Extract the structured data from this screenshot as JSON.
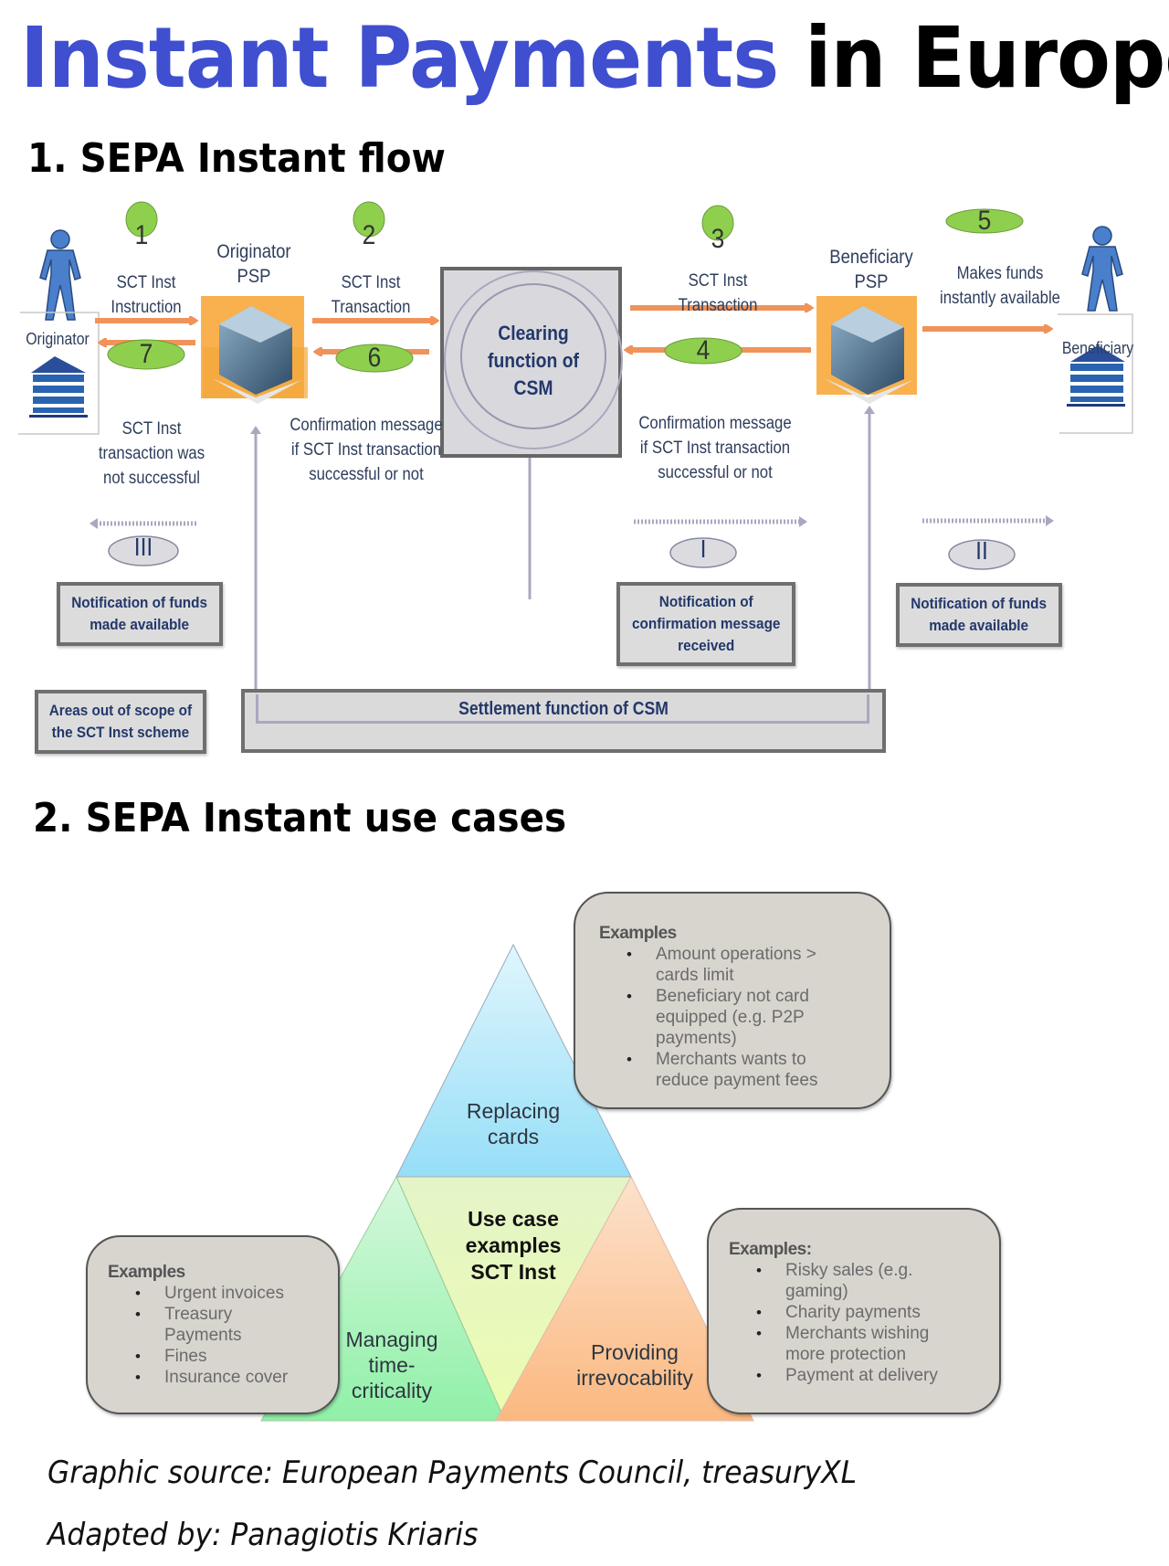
{
  "title": {
    "part1": "Instant Payments",
    "part2": "in Europe",
    "accent_color": "#3f4fd0"
  },
  "section1": {
    "heading": "1. SEPA Instant flow",
    "actors": {
      "originator": "Originator",
      "originator_psp": [
        "Originator",
        "PSP"
      ],
      "beneficiary_psp": [
        "Beneficiary",
        "PSP"
      ],
      "beneficiary": "Beneficiary",
      "clearing": [
        "Clearing",
        "function of",
        "CSM"
      ],
      "settlement": "Settlement function of CSM"
    },
    "steps": [
      {
        "num": "1",
        "label": [
          "SCT Inst",
          "Instruction"
        ]
      },
      {
        "num": "2",
        "label": [
          "SCT Inst",
          "Transaction"
        ]
      },
      {
        "num": "3",
        "label": [
          "SCT Inst",
          "Transaction"
        ]
      },
      {
        "num": "4",
        "label": [
          "Confirmation message",
          "if SCT Inst transaction",
          "successful or not"
        ]
      },
      {
        "num": "5",
        "label": [
          "Makes funds",
          "instantly available"
        ]
      },
      {
        "num": "6",
        "label": [
          "Confirmation message",
          "if SCT Inst transaction",
          "successful or not"
        ]
      },
      {
        "num": "7",
        "label": [
          "SCT Inst",
          "transaction was",
          "not successful"
        ]
      }
    ],
    "notifications": [
      {
        "num": "I",
        "text": [
          "Notification of",
          "confirmation message",
          "received"
        ]
      },
      {
        "num": "II",
        "text": [
          "Notification of funds",
          "made available"
        ]
      },
      {
        "num": "III",
        "text": [
          "Notification of funds",
          "made available"
        ]
      }
    ],
    "legend": [
      "Areas out of scope of",
      "the SCT Inst scheme"
    ],
    "colors": {
      "arrow": "#f0935a",
      "step_badge": "#8ed04e",
      "psp_bg": "#f9b14f",
      "person": "#4a7fcb"
    }
  },
  "section2": {
    "heading": "2. SEPA Instant use cases",
    "pyramid": {
      "top": [
        "Replacing",
        "cards"
      ],
      "center": [
        "Use case",
        "examples",
        "SCT Inst"
      ],
      "left": [
        "Managing",
        "time-",
        "criticality"
      ],
      "right": [
        "Providing",
        "irrevocability"
      ],
      "colors": {
        "top": "#a8e4f8",
        "center": "#eaf8c0",
        "left": "#a0f0b0",
        "right": "#fbbf8a"
      }
    },
    "examples_top": {
      "heading": "Examples",
      "items": [
        [
          "Amount operations >",
          "cards limit"
        ],
        [
          "Beneficiary not card",
          "equipped (e.g. P2P",
          "payments)"
        ],
        [
          "Merchants wants to",
          "reduce payment fees"
        ]
      ]
    },
    "examples_left": {
      "heading": "Examples",
      "items": [
        [
          "Urgent invoices"
        ],
        [
          "Treasury",
          "Payments"
        ],
        [
          "Fines"
        ],
        [
          "Insurance cover"
        ]
      ]
    },
    "examples_right": {
      "heading": "Examples:",
      "items": [
        [
          "Risky sales (e.g.",
          "gaming)"
        ],
        [
          "Charity payments"
        ],
        [
          "Merchants wishing",
          "more protection"
        ],
        [
          "Payment at delivery"
        ]
      ]
    }
  },
  "footer": {
    "source": "Graphic source: European Payments Council, treasuryXL",
    "adapted": "Adapted by: Panagiotis Kriaris"
  }
}
